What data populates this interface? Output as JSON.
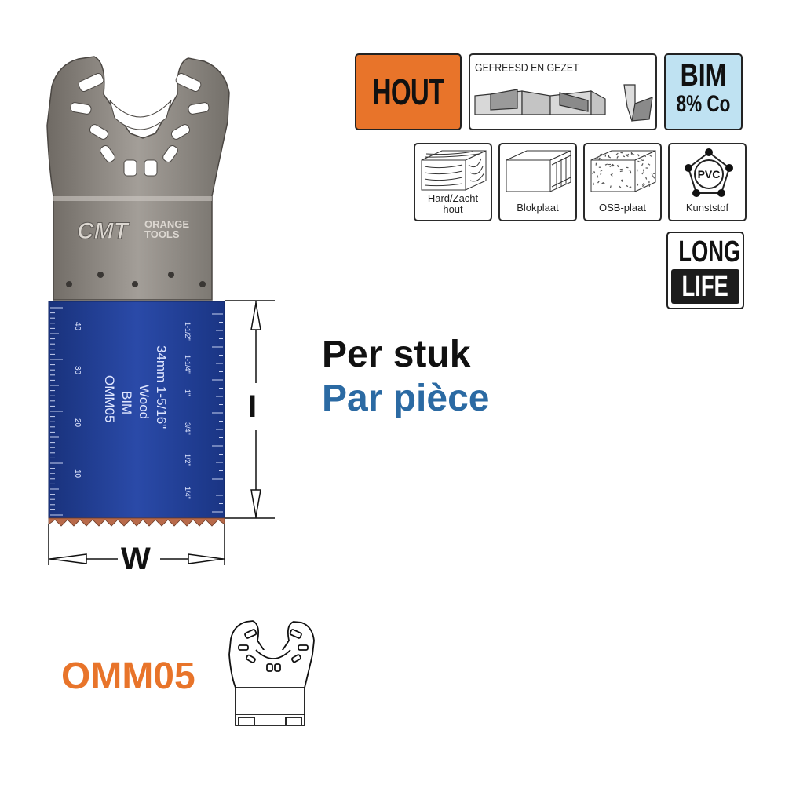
{
  "badges": {
    "material_primary": "HOUT",
    "tooth_type": "GEFREESD EN GEZET",
    "blade_material_top": "BIM",
    "blade_material_bottom": "8% Co",
    "longlife_top": "LONG",
    "longlife_bottom": "LIFE"
  },
  "materials": [
    {
      "label": "Hard/Zacht hout",
      "icon": "hardwood-icon"
    },
    {
      "label": "Blokplaat",
      "icon": "blockboard-icon"
    },
    {
      "label": "OSB-plaat",
      "icon": "osb-board-icon"
    },
    {
      "label": "Kunststof",
      "icon": "pvc-icon",
      "badge_text": "PVC"
    }
  ],
  "pricing": {
    "line_nl": "Per stuk",
    "line_fr": "Par pièce"
  },
  "product": {
    "model": "OMM05",
    "brand_logo": "CMT",
    "brand_sub_1": "ORANGE",
    "brand_sub_2": "TOOLS",
    "blade_text_1": "OMM05",
    "blade_text_2": "BIM",
    "blade_text_3": "Wood",
    "blade_text_4": "34mm  1-5/16\"",
    "scale_mm": [
      "10",
      "20",
      "30",
      "40"
    ],
    "scale_inch": [
      "1/4\"",
      "1/2\"",
      "3/4\"",
      "1\"",
      "1-1/4\"",
      "1-1/2\""
    ]
  },
  "dimensions": {
    "height_label": "I",
    "width_label": "W"
  },
  "colors": {
    "orange": "#e8742a",
    "blue_text": "#2b6aa3",
    "blade_blue": "#1f3c94",
    "bim_bg": "#bfe2f2",
    "steel": "#8e8a85"
  }
}
